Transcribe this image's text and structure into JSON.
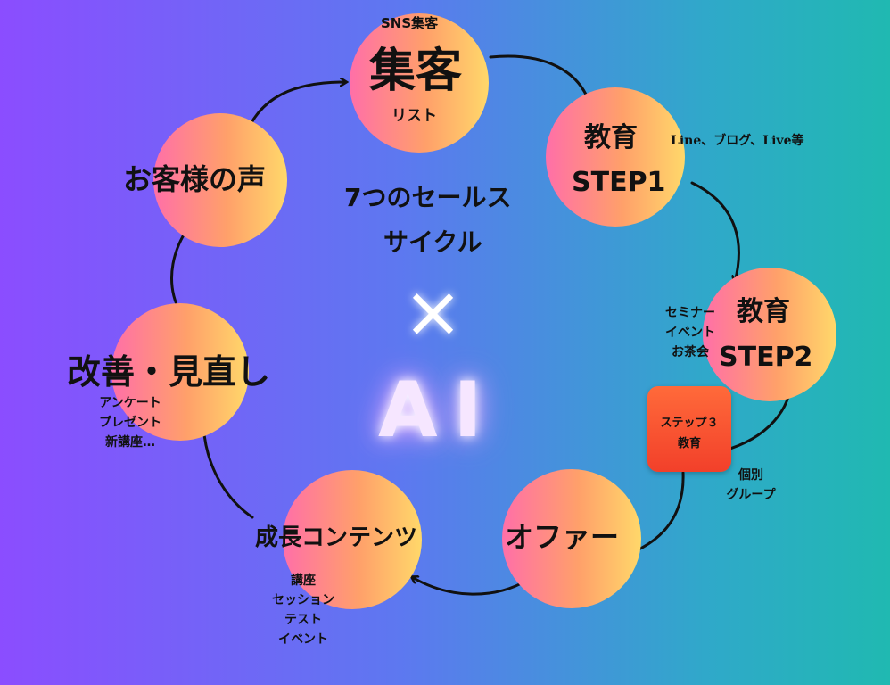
{
  "title": {
    "line1": "7つのセールス",
    "line2": "サイクル",
    "cross": "×",
    "ai": "AI"
  },
  "nodes": {
    "shukyaku": {
      "label": "集客",
      "top": "SNS集客",
      "sub": "リスト"
    },
    "step1": {
      "label": "教育",
      "sub": "STEP1",
      "note": "Line、ブログ、Live等"
    },
    "step2": {
      "label": "教育",
      "sub": "STEP2",
      "notes": [
        "セミナー",
        "イベント",
        "お茶会"
      ]
    },
    "step3": {
      "line1": "ステップ３",
      "line2": "教育",
      "notes": [
        "個別",
        "グループ"
      ]
    },
    "offer": {
      "label": "オファー"
    },
    "growth": {
      "label": "成長コンテンツ",
      "notes": [
        "講座",
        "セッション",
        "テスト",
        "イベント"
      ]
    },
    "improve": {
      "label": "改善・見直し",
      "notes": [
        "アンケート",
        "プレゼント",
        "新講座…"
      ]
    },
    "voice": {
      "label": "お客様の声"
    }
  },
  "colors": {
    "bg_left": "#8b4dff",
    "bg_right": "#20b9b1",
    "circle_from": "#ff6fa8",
    "circle_to": "#ffd86a",
    "step3_box": "#f2402a",
    "ai_glow": "#f6e6ff"
  }
}
